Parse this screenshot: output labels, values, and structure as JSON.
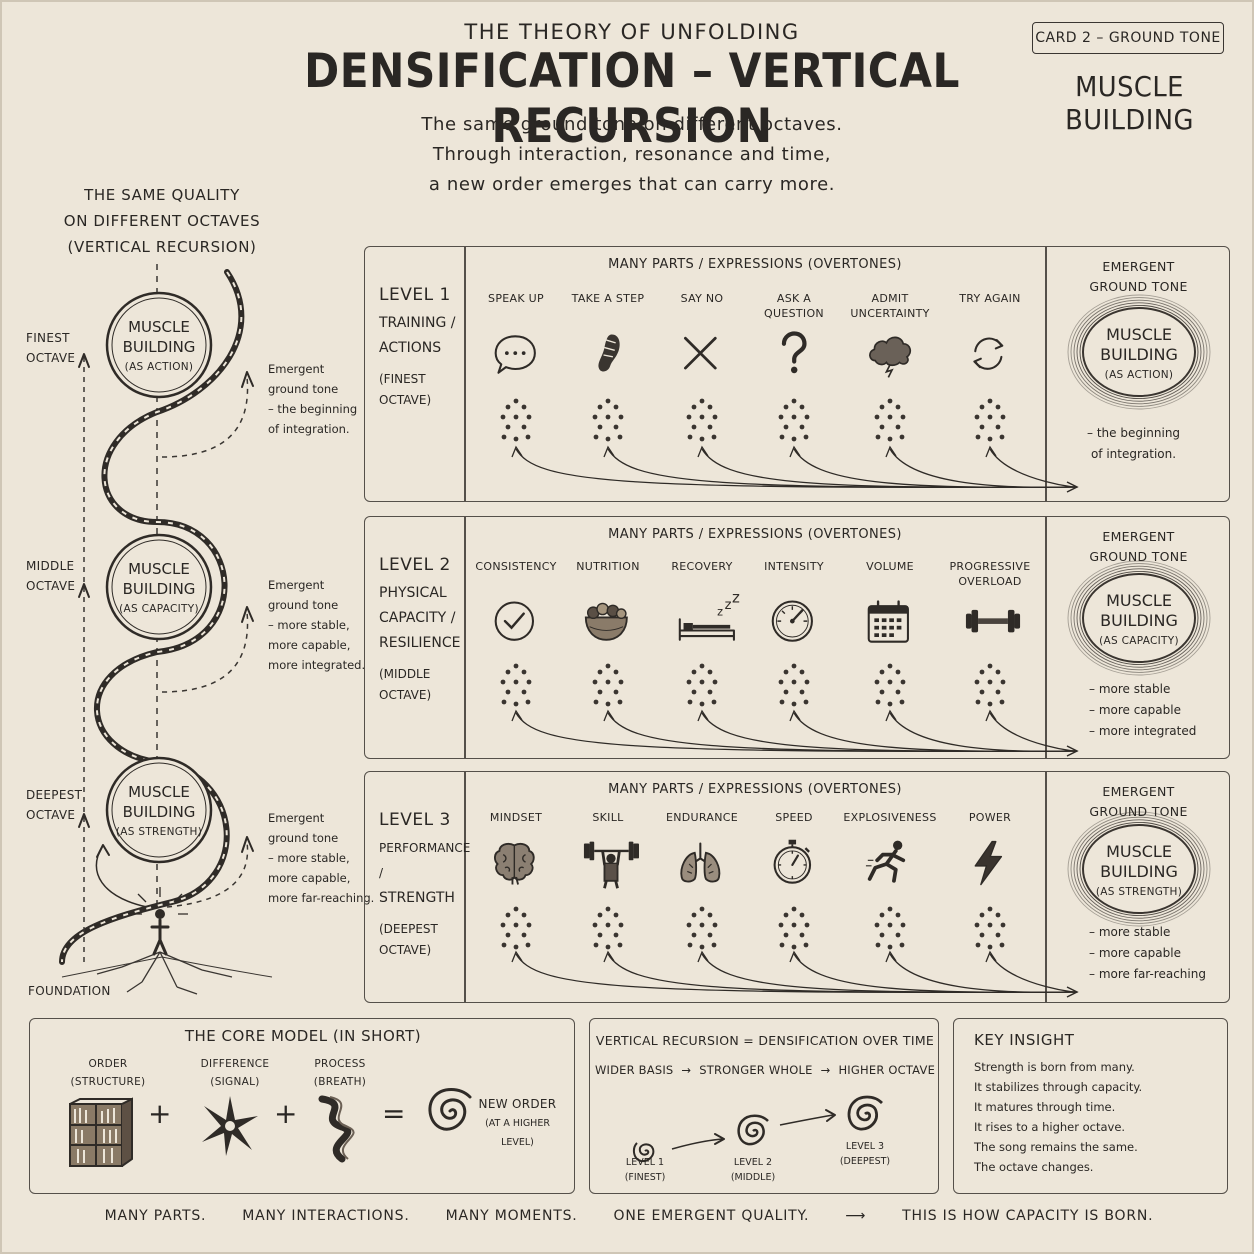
{
  "header": {
    "pretitle": "THE THEORY OF UNFOLDING",
    "title": "DENSIFICATION – VERTICAL RECURSION",
    "card_tag": "CARD 2 – GROUND TONE",
    "subject": "MUSCLE BUILDING",
    "intro": [
      "The same ground tone on different octaves.",
      "Through interaction, resonance and time,",
      "a new order emerges that can carry more."
    ]
  },
  "left": {
    "heading": [
      "THE SAME QUALITY",
      "ON DIFFERENT OCTAVES",
      "(VERTICAL RECURSION)"
    ],
    "octaves": [
      {
        "label": [
          "FINEST",
          "OCTAVE"
        ],
        "circle_title": [
          "MUSCLE",
          "BUILDING"
        ],
        "circle_sub": "(AS ACTION)",
        "note": [
          "Emergent",
          "ground tone",
          "– the beginning",
          "of integration."
        ]
      },
      {
        "label": [
          "MIDDLE",
          "OCTAVE"
        ],
        "circle_title": [
          "MUSCLE",
          "BUILDING"
        ],
        "circle_sub": "(AS CAPACITY)",
        "note": [
          "Emergent",
          "ground tone",
          "– more stable,",
          "more capable,",
          "more integrated."
        ]
      },
      {
        "label": [
          "DEEPEST",
          "OCTAVE"
        ],
        "circle_title": [
          "MUSCLE",
          "BUILDING"
        ],
        "circle_sub": "(AS STRENGTH)",
        "note": [
          "Emergent",
          "ground tone",
          "– more stable,",
          "more capable,",
          "more far-reaching."
        ]
      }
    ],
    "foundation": "FOUNDATION"
  },
  "levels": [
    {
      "level": "LEVEL 1",
      "desc": [
        "TRAINING /",
        "ACTIONS"
      ],
      "octave": [
        "(FINEST",
        "OCTAVE)"
      ],
      "parts_header": "MANY PARTS / EXPRESSIONS (OVERTONES)",
      "items": [
        {
          "label": [
            "SPEAK UP"
          ],
          "icon": "speech-bubble-icon"
        },
        {
          "label": [
            "TAKE A STEP"
          ],
          "icon": "footprint-icon"
        },
        {
          "label": [
            "SAY NO"
          ],
          "icon": "x-mark-icon"
        },
        {
          "label": [
            "ASK A",
            "QUESTION"
          ],
          "icon": "question-mark-icon"
        },
        {
          "label": [
            "ADMIT",
            "UNCERTAINTY"
          ],
          "icon": "storm-cloud-icon"
        },
        {
          "label": [
            "TRY AGAIN"
          ],
          "icon": "cycle-arrows-icon"
        }
      ],
      "emergent_title": [
        "EMERGENT",
        "GROUND TONE"
      ],
      "emergent_name": [
        "MUSCLE",
        "BUILDING"
      ],
      "emergent_sub": "(AS ACTION)",
      "emergent_notes": [
        "– the beginning",
        "of integration."
      ]
    },
    {
      "level": "LEVEL 2",
      "desc": [
        "PHYSICAL",
        "CAPACITY /",
        "RESILIENCE"
      ],
      "octave": [
        "(MIDDLE",
        "OCTAVE)"
      ],
      "parts_header": "MANY PARTS / EXPRESSIONS (OVERTONES)",
      "items": [
        {
          "label": [
            "CONSISTENCY"
          ],
          "icon": "checkmark-circle-icon"
        },
        {
          "label": [
            "NUTRITION"
          ],
          "icon": "food-bowl-icon"
        },
        {
          "label": [
            "RECOVERY"
          ],
          "icon": "sleeping-bed-icon"
        },
        {
          "label": [
            "INTENSITY"
          ],
          "icon": "gauge-icon"
        },
        {
          "label": [
            "VOLUME"
          ],
          "icon": "calendar-icon"
        },
        {
          "label": [
            "PROGRESSIVE",
            "OVERLOAD"
          ],
          "icon": "dumbbell-icon"
        }
      ],
      "emergent_title": [
        "EMERGENT",
        "GROUND TONE"
      ],
      "emergent_name": [
        "MUSCLE",
        "BUILDING"
      ],
      "emergent_sub": "(AS CAPACITY)",
      "emergent_notes": [
        "– more stable",
        "– more capable",
        "– more integrated"
      ]
    },
    {
      "level": "LEVEL 3",
      "desc": [
        "PERFORMANCE /",
        "STRENGTH"
      ],
      "octave": [
        "(DEEPEST",
        "OCTAVE)"
      ],
      "parts_header": "MANY PARTS / EXPRESSIONS (OVERTONES)",
      "items": [
        {
          "label": [
            "MINDSET"
          ],
          "icon": "brain-icon"
        },
        {
          "label": [
            "SKILL"
          ],
          "icon": "weightlifter-icon"
        },
        {
          "label": [
            "ENDURANCE"
          ],
          "icon": "lungs-icon"
        },
        {
          "label": [
            "SPEED"
          ],
          "icon": "stopwatch-icon"
        },
        {
          "label": [
            "EXPLOSIVENESS"
          ],
          "icon": "sprinter-icon"
        },
        {
          "label": [
            "POWER"
          ],
          "icon": "lightning-bolt-icon"
        }
      ],
      "emergent_title": [
        "EMERGENT",
        "GROUND TONE"
      ],
      "emergent_name": [
        "MUSCLE",
        "BUILDING"
      ],
      "emergent_sub": "(AS STRENGTH)",
      "emergent_notes": [
        "– more stable",
        "– more capable",
        "– more far-reaching"
      ]
    }
  ],
  "core_model": {
    "title": "THE CORE MODEL (IN SHORT)",
    "terms": [
      {
        "label": [
          "ORDER",
          "(STRUCTURE)"
        ],
        "icon": "bookshelf-icon"
      },
      {
        "label": [
          "DIFFERENCE",
          "(SIGNAL)"
        ],
        "icon": "starburst-icon"
      },
      {
        "label": [
          "PROCESS",
          "(BREATH)"
        ],
        "icon": "flowing-wave-icon"
      }
    ],
    "plus": "+",
    "equals": "=",
    "result": [
      "NEW ORDER",
      "(AT A HIGHER LEVEL)"
    ]
  },
  "recursion": {
    "title": "VERTICAL RECURSION = DENSIFICATION OVER TIME",
    "flow": [
      "WIDER BASIS",
      "→",
      "STRONGER WHOLE",
      "→",
      "HIGHER OCTAVE"
    ],
    "levels": [
      {
        "label": [
          "LEVEL 1",
          "(FINEST)"
        ]
      },
      {
        "label": [
          "LEVEL 2",
          "(MIDDLE)"
        ]
      },
      {
        "label": [
          "LEVEL 3",
          "(DEEPEST)"
        ]
      }
    ]
  },
  "insight": {
    "title": "KEY INSIGHT",
    "lines": [
      "Strength is born from many.",
      "It stabilizes through capacity.",
      "It matures through time.",
      "It rises to a higher octave.",
      "The song remains the same.",
      "The octave changes."
    ]
  },
  "footer": {
    "items": [
      "MANY PARTS.",
      "MANY INTERACTIONS.",
      "MANY MOMENTS.",
      "ONE EMERGENT QUALITY.",
      "⟶",
      "THIS IS HOW CAPACITY IS BORN."
    ]
  }
}
